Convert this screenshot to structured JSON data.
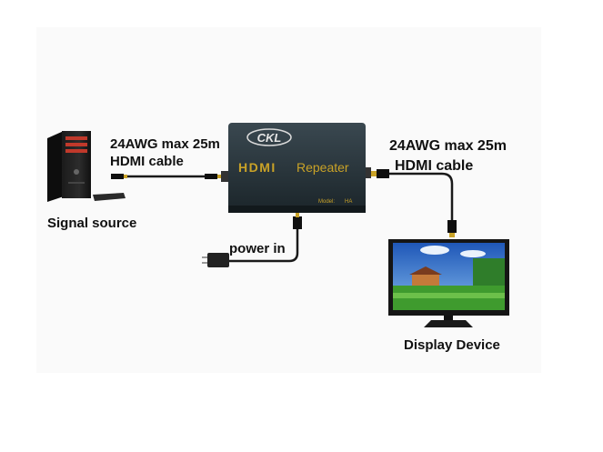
{
  "source": {
    "label": "Signal source"
  },
  "cable_left": {
    "line1": "24AWG max 25m",
    "line2": "HDMI cable"
  },
  "cable_right": {
    "line1": "24AWG max 25m",
    "line2": "HDMI cable"
  },
  "repeater": {
    "logo_text": "CKL",
    "brand_text": "HDMI",
    "product_text": "Repeater",
    "model_label": "Model:",
    "model_value": "HA"
  },
  "power": {
    "label": "power in"
  },
  "display": {
    "label": "Display Device"
  },
  "colors": {
    "device_body": "#1f2a30",
    "brand_gold": "#c9a227",
    "cable": "#1a1a1a",
    "screen_sky": "#2e6fc6",
    "screen_grass": "#3f9b2e"
  }
}
